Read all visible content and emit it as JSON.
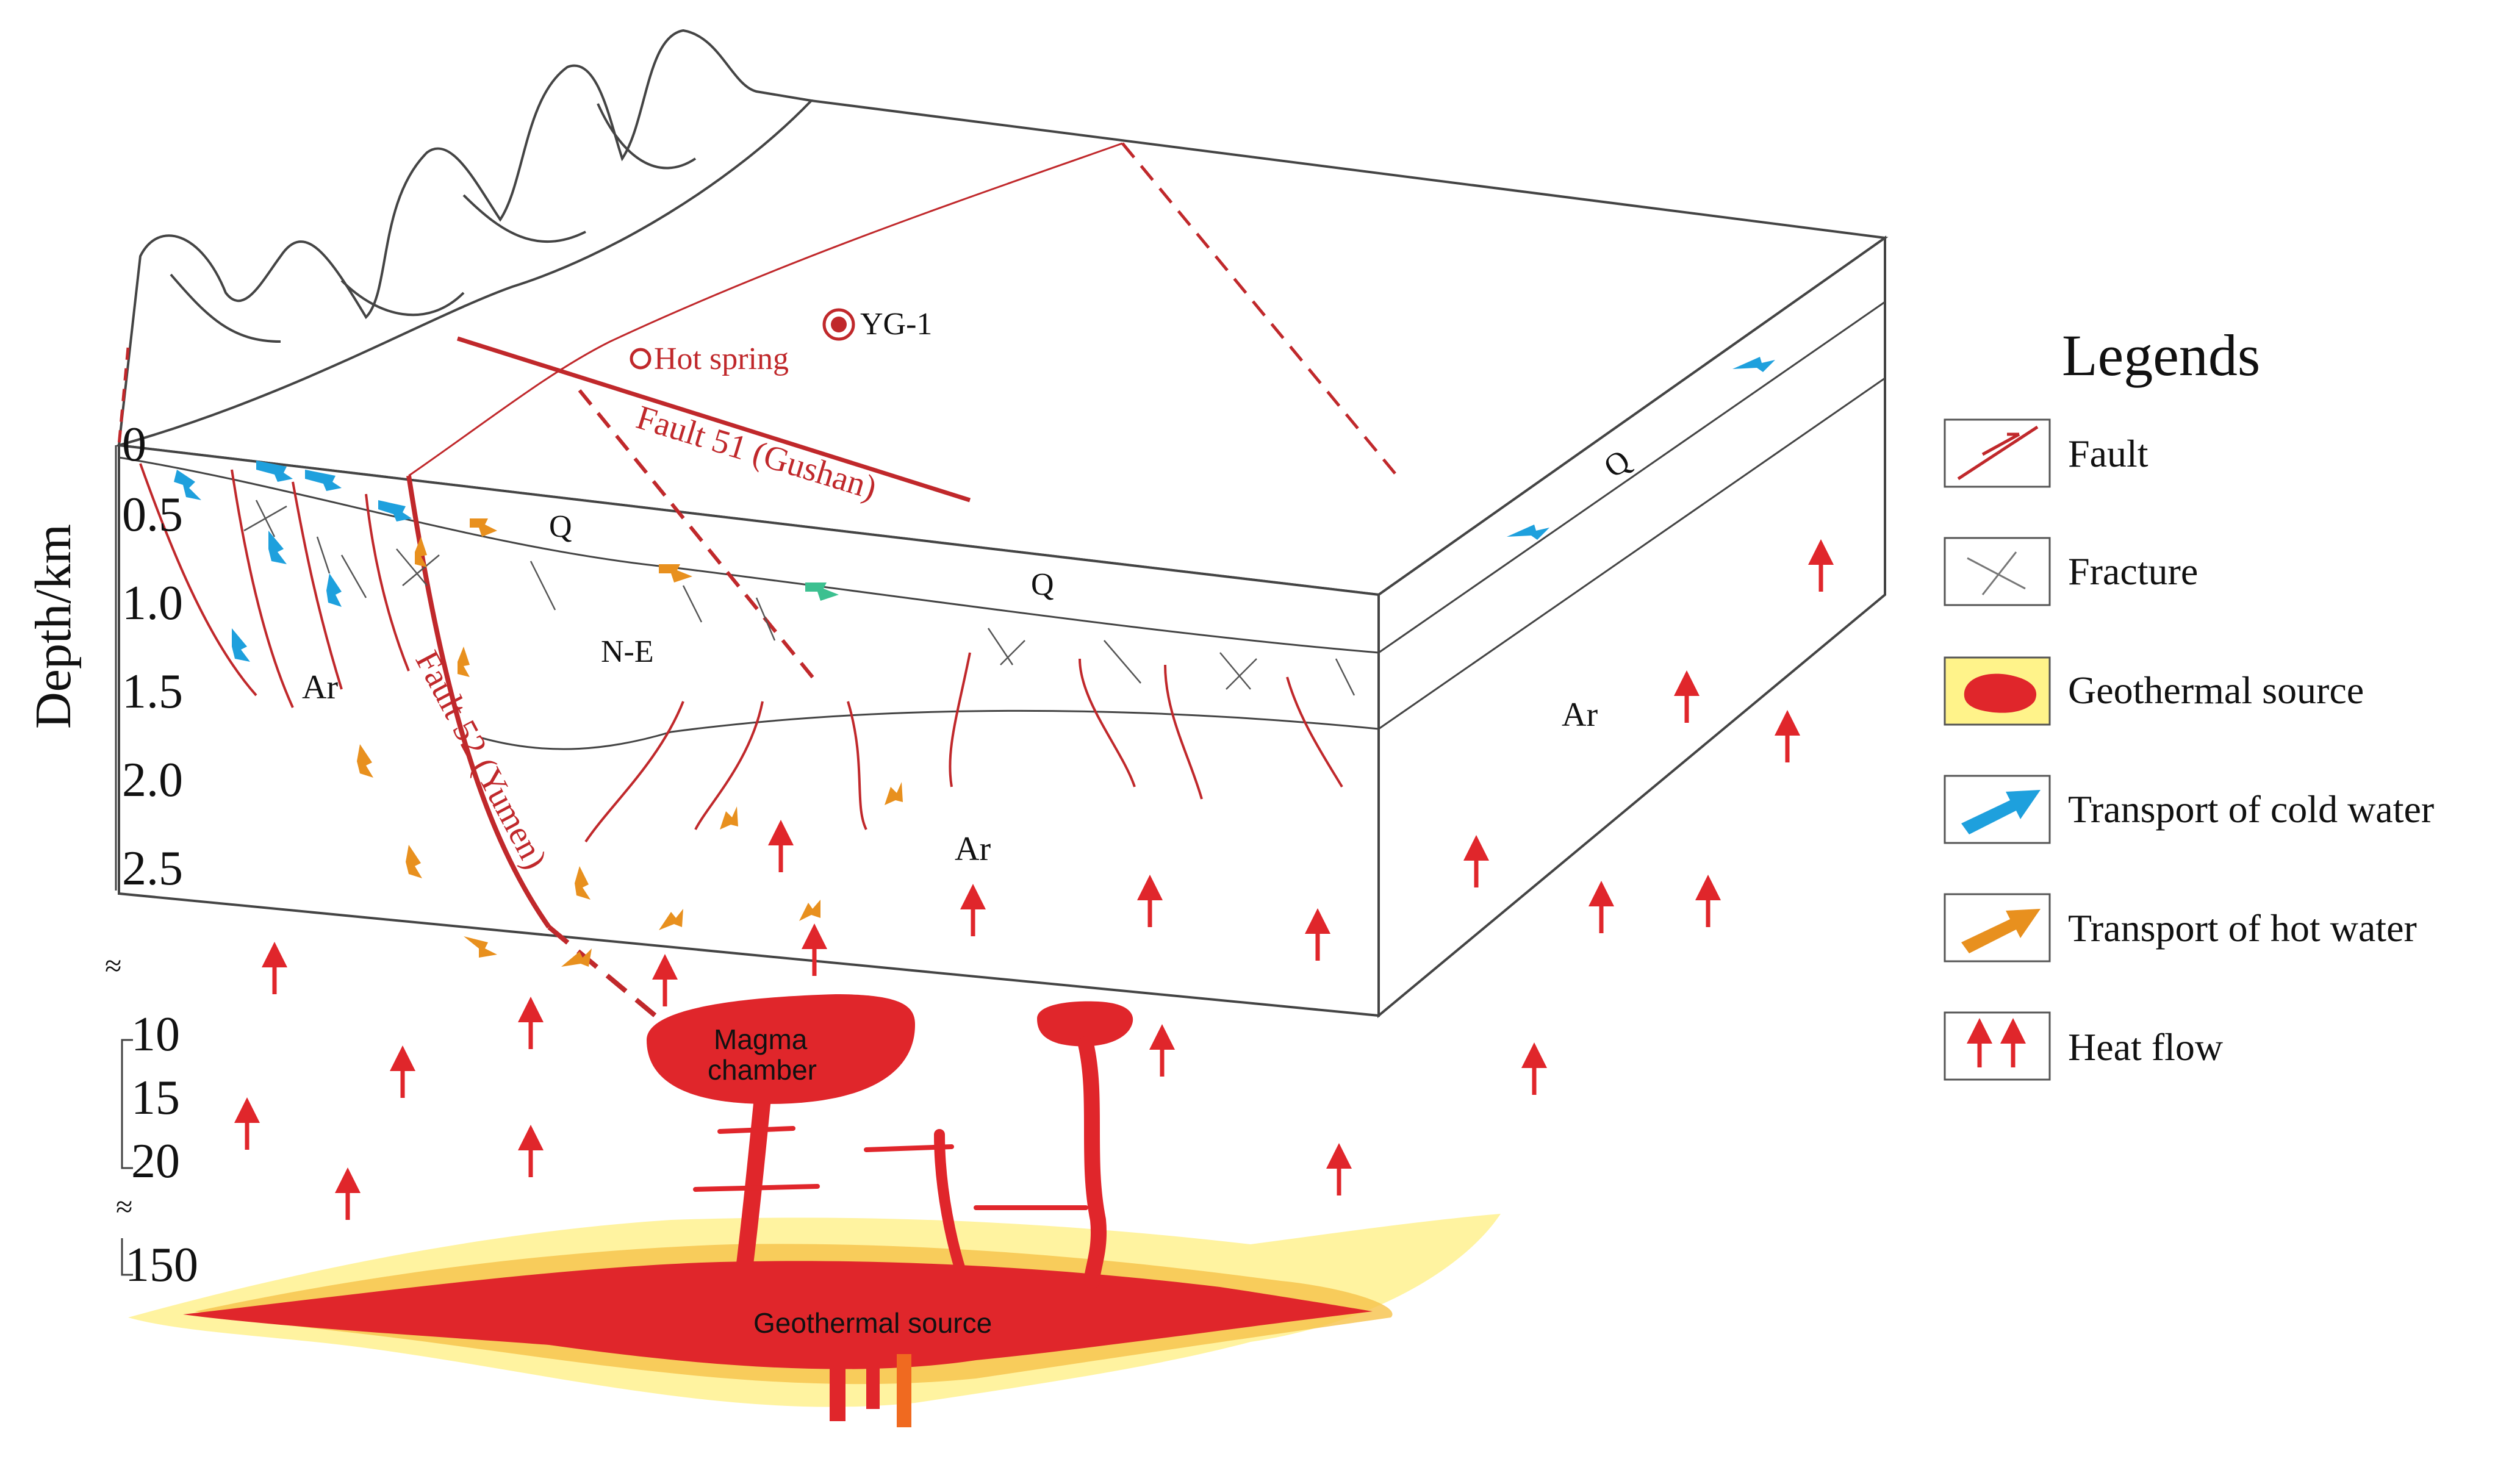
{
  "axis": {
    "title": "Depth/km",
    "upper_ticks": [
      "0",
      "0.5",
      "1.0",
      "1.5",
      "2.0",
      "2.5"
    ],
    "lower_ticks": [
      "10",
      "15",
      "20",
      "150"
    ],
    "break_symbol": "≈"
  },
  "map_labels": {
    "well": "YG-1",
    "spring": "Hot spring",
    "fault51": "Fault 51 (Gushan)",
    "fault52": "Fault 52 (Yumen)"
  },
  "strata": {
    "quaternary": "Q",
    "neogene_eogene": "N-E",
    "archean": "Ar"
  },
  "deep": {
    "magma_line1": "Magma",
    "magma_line2": "chamber",
    "source": "Geothermal source"
  },
  "legend": {
    "title": "Legends",
    "items": [
      {
        "label": "Fault",
        "icon": "fault-icon"
      },
      {
        "label": "Fracture",
        "icon": "fracture-icon"
      },
      {
        "label": "Geothermal source",
        "icon": "geothermal-source-icon"
      },
      {
        "label": "Transport of cold water",
        "icon": "cold-water-arrow-icon"
      },
      {
        "label": "Transport of hot water",
        "icon": "hot-water-arrow-icon"
      },
      {
        "label": "Heat flow",
        "icon": "heat-flow-icon"
      }
    ]
  },
  "colors": {
    "fault": "#c0282b",
    "magma": "#e0262b",
    "cold_water": "#1ea0dd",
    "hot_water": "#e8901e",
    "mixed_water": "#3cc090",
    "source_glow": "#fff3a0",
    "legend_box_fill": "#fff38a",
    "heat_flow": "#e0262b"
  }
}
